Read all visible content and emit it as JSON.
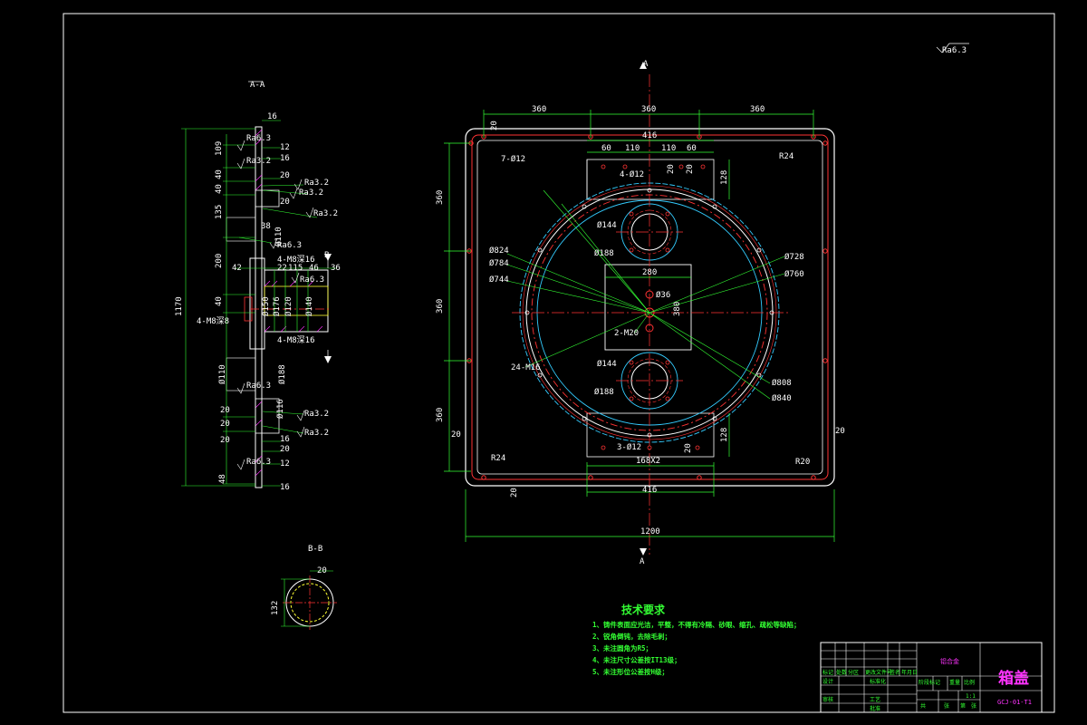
{
  "colors": {
    "background": "#000000",
    "outline": "#ffffff",
    "dimension": "#33ff33",
    "centerline": "#ff3333",
    "hidden": "#33ccff",
    "magenta": "#ff33ff",
    "yellow": "#ffff33"
  },
  "section_labels": {
    "aa": "A-A",
    "bb": "B-B",
    "a_top": "A",
    "a_bottom": "A",
    "b_mark": "B",
    "roughness": "Ra6.3"
  },
  "plan_dims": {
    "w360a": "360",
    "w360b": "360",
    "w360c": "360",
    "w416_top": "416",
    "w416_bot": "416",
    "w60a": "60",
    "w110a": "110",
    "w110b": "110",
    "w60b": "60",
    "w280": "280",
    "w168x2": "168X2",
    "w1200": "1200",
    "h360a": "360",
    "h360b": "360",
    "h360c": "360",
    "h128a": "128",
    "h128b": "128",
    "r24a": "R24",
    "r24b": "R24",
    "r20": "R20",
    "e20a": "20",
    "e20b": "20",
    "e20c": "20",
    "e20d": "20",
    "e20e": "20",
    "e20f": "20",
    "e20g": "20",
    "h7": "7-Ø12",
    "h4": "4-Ø12",
    "h3": "3-Ø12",
    "d144a": "Ø144",
    "d188a": "Ø188",
    "d144b": "Ø144",
    "d188b": "Ø188",
    "d824": "Ø824",
    "d784": "Ø784",
    "d744": "Ø744",
    "d728": "Ø728",
    "d760": "Ø760",
    "d808": "Ø808",
    "d840": "Ø840",
    "d36": "Ø36",
    "m20": "2-M20",
    "m24": "24-M16",
    "d380": "380"
  },
  "section_dims": {
    "d16a": "16",
    "d12a": "12",
    "d16b": "16",
    "d20a": "20",
    "d20b": "20",
    "d109": "109",
    "d40a": "40",
    "d40b": "40",
    "d135": "135",
    "d38": "38",
    "d200": "200",
    "d42": "42",
    "d22": "22",
    "d115": "115",
    "d46": "46",
    "d36": "36",
    "d40c": "40",
    "d1170": "1170",
    "d110a": "Ø110",
    "d150": "Ø150",
    "d176": "Ø176",
    "d120": "Ø120",
    "d140": "Ø140",
    "d110b": "Ø110",
    "d188": "Ø188",
    "d116": "Ø116",
    "m8a": "4-M8深16",
    "m8b": "4-M8深8",
    "m8c": "4-M8深16",
    "d20c": "20",
    "d20d": "20",
    "d20e": "20",
    "d16c": "16",
    "d20f": "20",
    "d48": "48",
    "d12b": "12",
    "d16d": "16",
    "ra1": "Ra6.3",
    "ra2": "Ra3.2",
    "ra3": "Ra3.2",
    "ra4": "Ra3.2",
    "ra5": "Ra6.3",
    "ra6": "Ra6.3",
    "ra7": "Ra3.2",
    "ra8": "Ra3.2",
    "ra9": "Ra3.2",
    "ra10": "Ra6.3",
    "ra11": "Ra6.3"
  },
  "bb_dims": {
    "d20": "20",
    "d132": "132"
  },
  "tech_req": {
    "title": "技术要求",
    "items": [
      "1、铸件表面应光洁，平整，不得有冷隔、砂眼、缩孔、疏松等缺陷；",
      "2、锐角倒钝，去除毛刺；",
      "3、未注圆角为R5；",
      "4、未注尺寸公差按IT13级；",
      "5、未注形位公差按H级；"
    ]
  },
  "title_block": {
    "material": "铝合金",
    "part_name": "箱盖",
    "drawing_no": "GCJ-01-T1",
    "scale": "1:1",
    "cells": {
      "c1": "标记",
      "c2": "处数",
      "c3": "分区",
      "c4": "更改文件号",
      "c5": "签名",
      "c6": "年月日",
      "c7": "设计",
      "c8": "标准化",
      "c9": "阶段标记",
      "c10": "重量",
      "c11": "比例",
      "c12": "审核",
      "c13": "工艺",
      "c14": "批准",
      "c15": "共",
      "c16": "张",
      "c17": "第",
      "c18": "张"
    }
  }
}
